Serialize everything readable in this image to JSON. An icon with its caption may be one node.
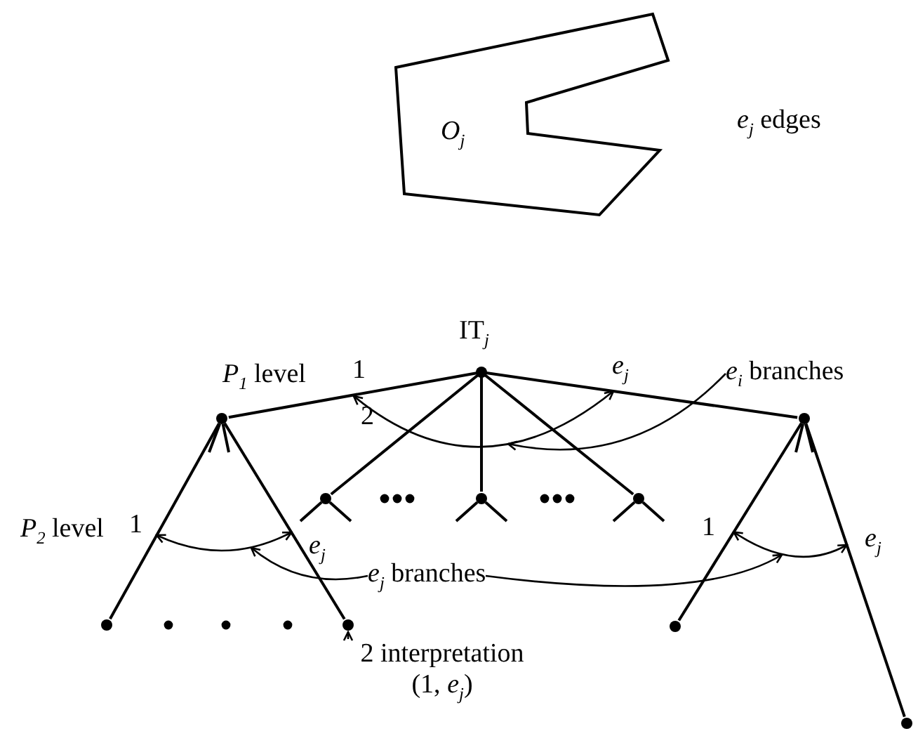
{
  "diagram": {
    "nodes": [
      {
        "text": [
          "*O*$_{j}$"
        ],
        "beside": [
          "*e*$_{j}$ edges"
        ]
      },
      {
        "text": [
          "IT$_{j}$"
        ]
      },
      {
        "text": [],
        "shape": "circle"
      },
      {
        "text": [],
        "shape": "circle"
      },
      {
        "text": [],
        "shape": "circle"
      },
      {
        "text": [],
        "shape": "circle"
      },
      {
        "text": [],
        "shape": "circle"
      },
      {
        "text": [],
        "shape": "circle"
      },
      {
        "text": [],
        "shape": "circle"
      },
      {
        "text": [],
        "shape": "circle"
      },
      {
        "text": [],
        "shape": "circle"
      },
      {
        "text": [
          "*e*$_{i}$ branches"
        ]
      },
      {
        "text": [
          "*e*$_{j}$ branches"
        ]
      },
      {
        "text": [
          "2 interpretation (1, *e*$_{j}$)"
        ]
      }
    ],
    "edges": [
      {
        "from": 1,
        "to": 2,
        "arrow": "none"
      },
      {
        "from": 1,
        "to": 3,
        "arrow": "none"
      },
      {
        "from": 1,
        "to": 4,
        "arrow": "none"
      },
      {
        "from": 1,
        "to": 5,
        "arrow": "none"
      },
      {
        "from": 1,
        "to": 6,
        "arrow": "none"
      },
      {
        "from": 2,
        "to": 7,
        "arrow": "none"
      },
      {
        "from": 2,
        "to": 8,
        "arrow": "none"
      },
      {
        "from": 2,
        "to": null,
        "arrow": "none"
      },
      {
        "from": 2,
        "to": null,
        "arrow": "none"
      },
      {
        "from": 3,
        "to": null,
        "arrow": "none"
      },
      {
        "from": 3,
        "to": null,
        "arrow": "none"
      },
      {
        "from": 4,
        "to": null,
        "arrow": "none"
      },
      {
        "from": 4,
        "to": null,
        "arrow": "none"
      },
      {
        "from": 5,
        "to": null,
        "arrow": "none"
      },
      {
        "from": 5,
        "to": null,
        "arrow": "none"
      },
      {
        "from": 6,
        "to": 9,
        "arrow": "none"
      },
      {
        "from": 6,
        "to": 10,
        "arrow": "none"
      },
      {
        "from": 6,
        "to": null,
        "arrow": "none"
      },
      {
        "from": 6,
        "to": null,
        "arrow": "none"
      },
      {
        "from": 11,
        "to": null,
        "arrow": "to"
      },
      {
        "from": 12,
        "to": null,
        "arrow": "to"
      },
      {
        "from": 12,
        "to": null,
        "arrow": "to"
      },
      {
        "from": 13,
        "to": 8,
        "arrow": "to"
      }
    ],
    "labels": [
      "*P*$_{1}$ level",
      "1",
      "2",
      "*e*$_{j}$",
      "*P*$_{2}$ level",
      "1",
      "*e*$_{j}$",
      "1",
      "*e*$_{j}$"
    ]
  }
}
